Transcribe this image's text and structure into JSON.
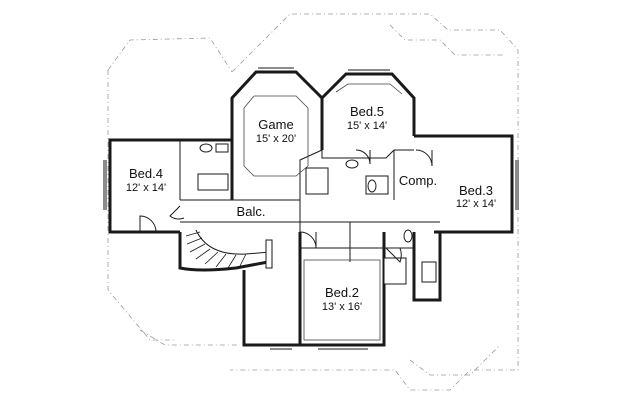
{
  "rooms": [
    {
      "id": "game",
      "name": "Game",
      "size": "15' x 20'"
    },
    {
      "id": "bed5",
      "name": "Bed.5",
      "size": "15' x 14'"
    },
    {
      "id": "bed4",
      "name": "Bed.4",
      "size": "12' x 14'"
    },
    {
      "id": "bed3",
      "name": "Bed.3",
      "size": "12' x 14'"
    },
    {
      "id": "bed2",
      "name": "Bed.2",
      "size": "13' x 16'"
    },
    {
      "id": "comp",
      "name": "Comp.",
      "size": ""
    },
    {
      "id": "balc",
      "name": "Balc.",
      "size": ""
    }
  ]
}
